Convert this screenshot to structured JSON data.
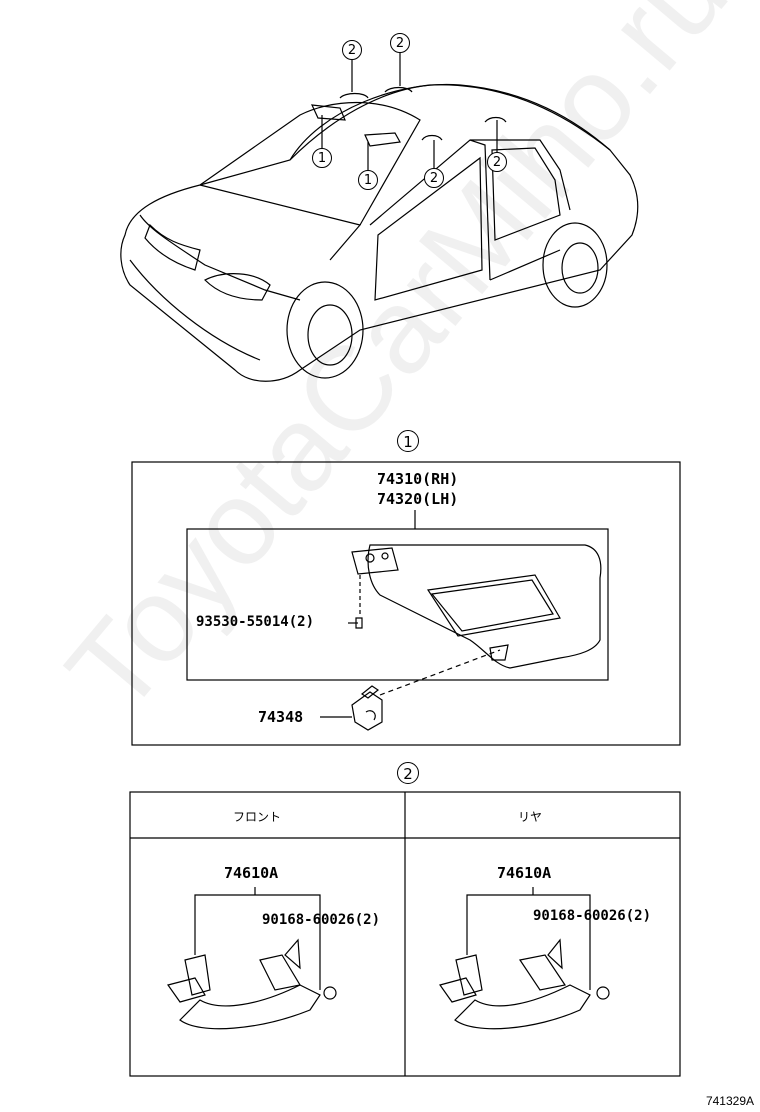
{
  "callouts": {
    "one": "1",
    "two": "2"
  },
  "section1": {
    "part_rh": "74310(RH)",
    "part_lh": "74320(LH)",
    "screw": "93530-55014(2)",
    "holder": "74348"
  },
  "section2": {
    "col_front": "フロント",
    "col_rear": "リヤ",
    "front_part": "74610A",
    "front_screw": "90168-60026(2)",
    "rear_part": "74610A",
    "rear_screw": "90168-60026(2)"
  },
  "diagram_code": "741329A",
  "watermark": "ToyotaCarMiho.ru"
}
